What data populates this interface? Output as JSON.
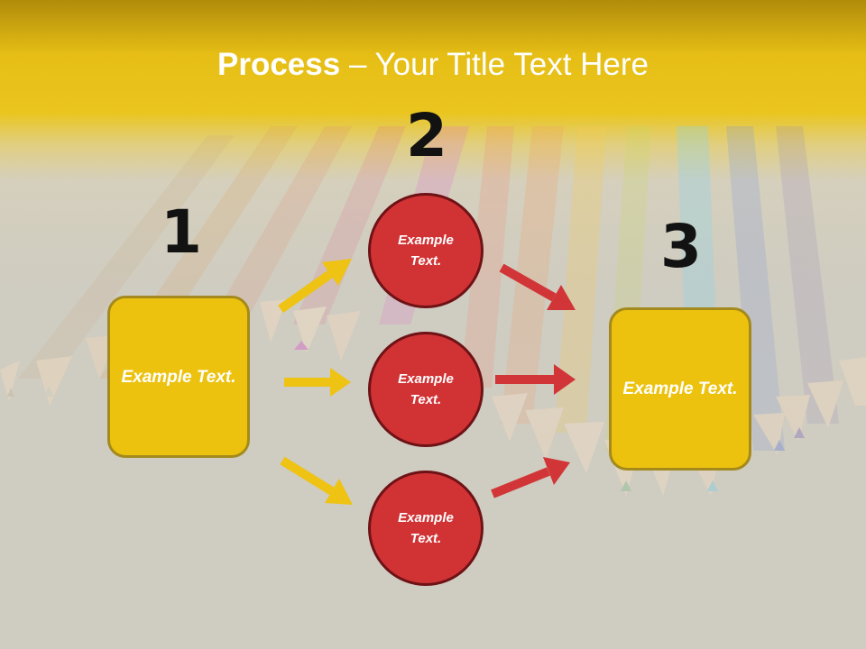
{
  "title": {
    "bold": "Process",
    "rest": " – Your Title Text Here"
  },
  "step_numbers": [
    "1",
    "2",
    "3"
  ],
  "left_box": {
    "label": "Example Text."
  },
  "circles": [
    {
      "label": "Example Text."
    },
    {
      "label": "Example Text."
    },
    {
      "label": "Example Text."
    }
  ],
  "right_box": {
    "label": "Example Text."
  },
  "colors": {
    "yellow": "#ecc20f",
    "red": "#d13335",
    "arrow_yellow": "#eec313",
    "arrow_red": "#d13537"
  },
  "background_icon": "colored-pencils-photo"
}
